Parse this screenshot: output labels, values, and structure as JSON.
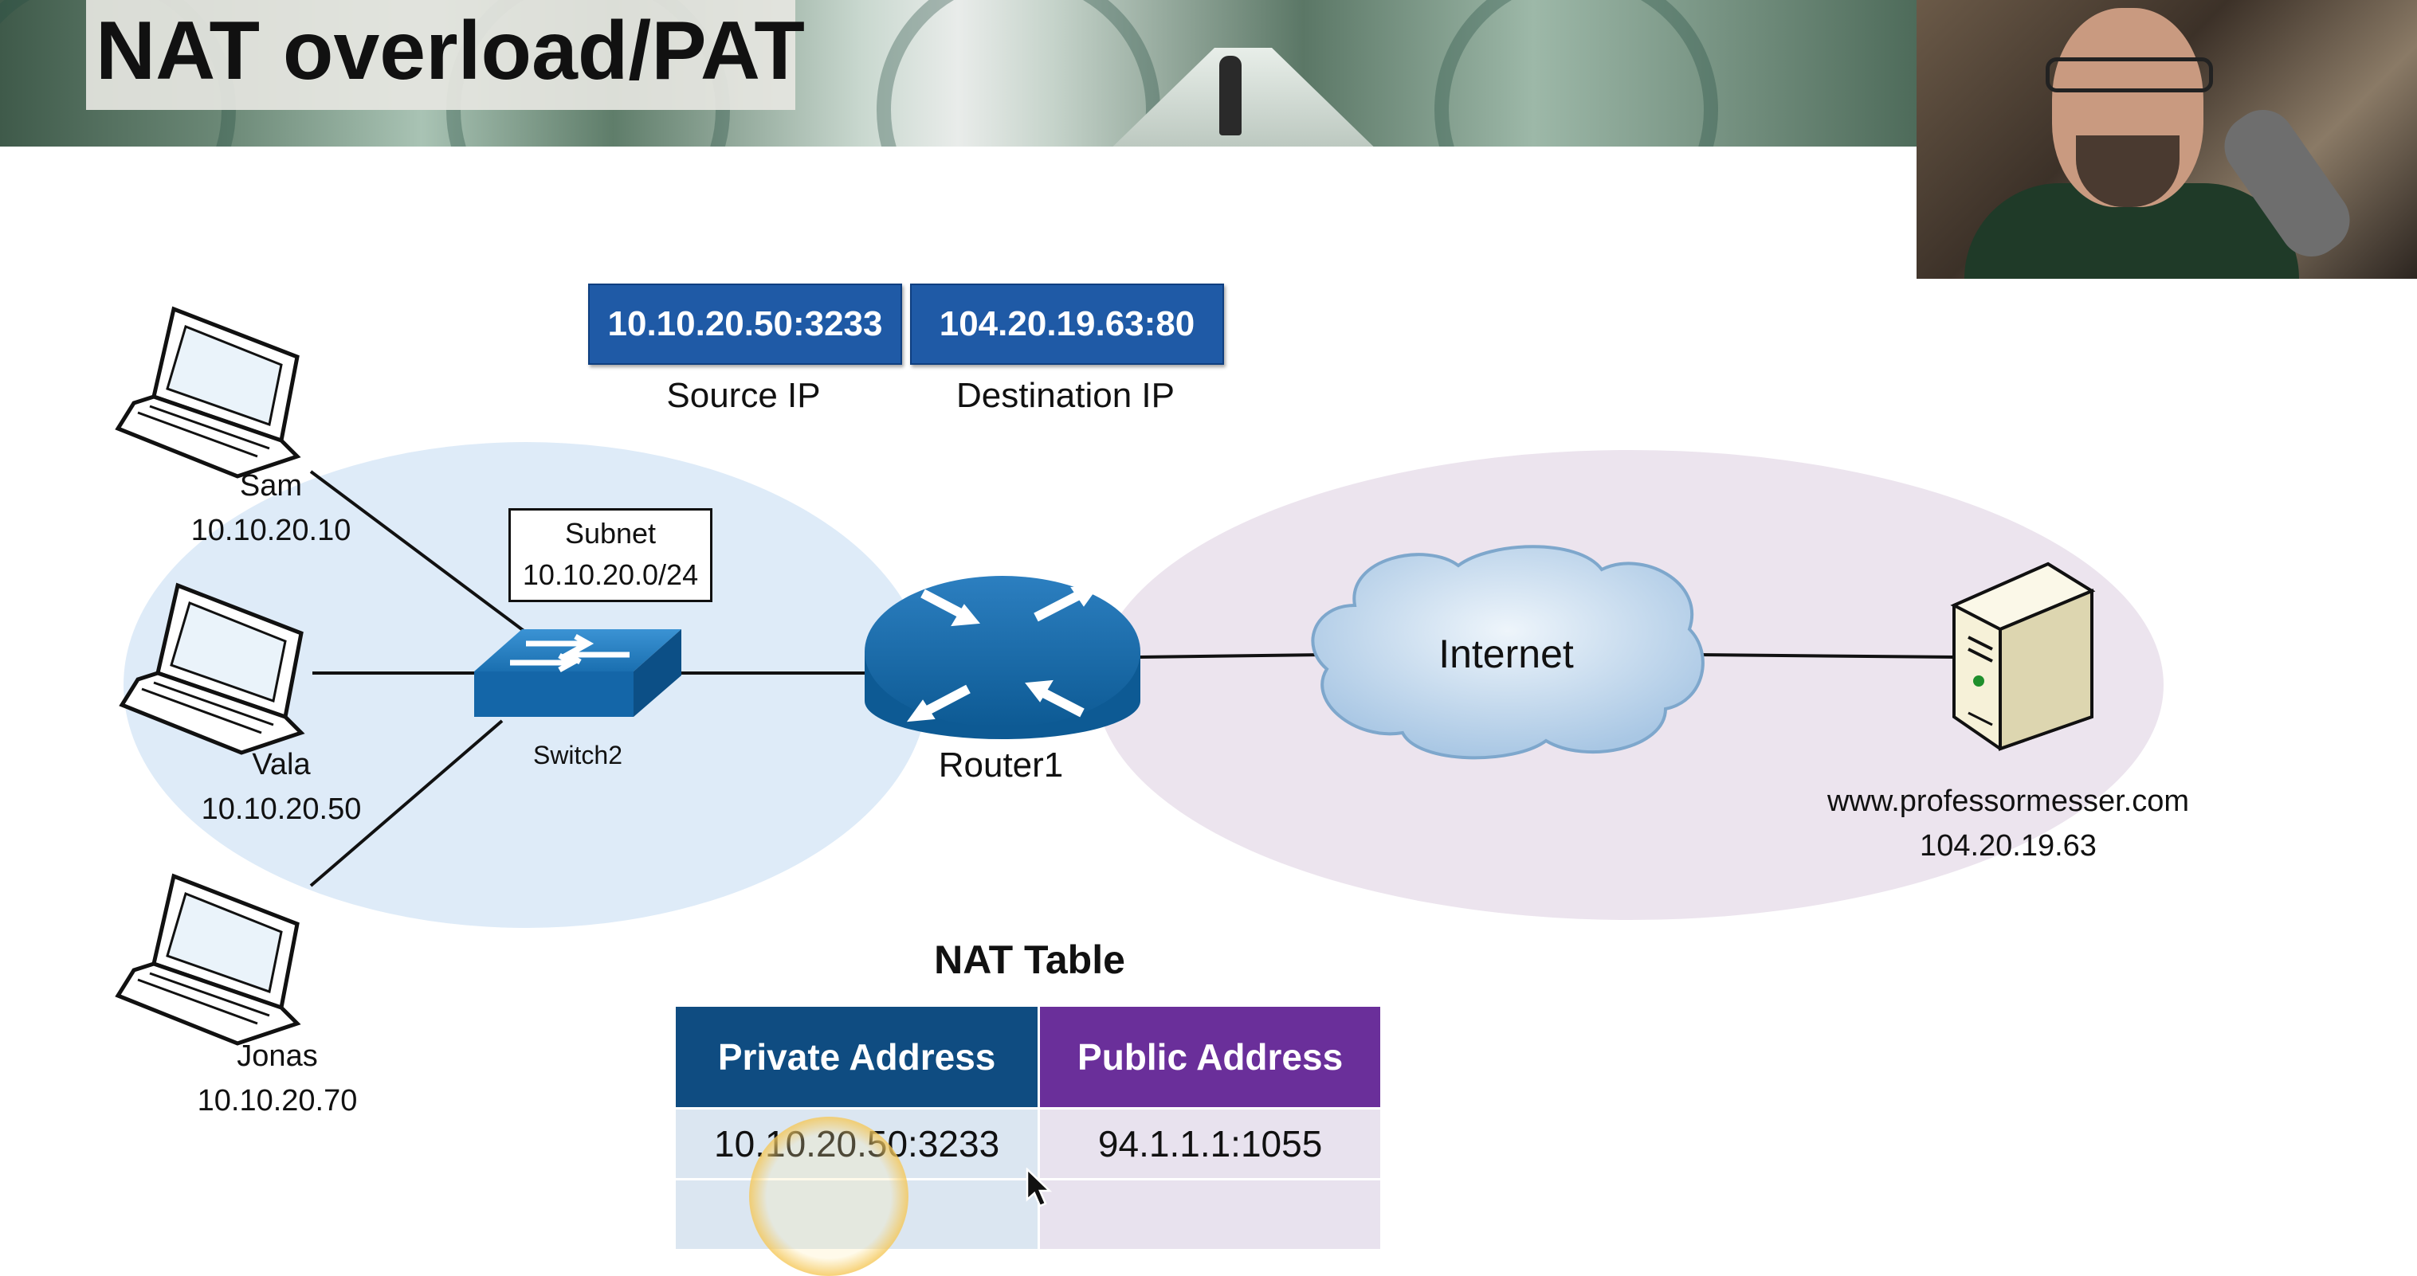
{
  "slide": {
    "title": "NAT overload/PAT"
  },
  "packet": {
    "source_ip": "10.10.20.50:3233",
    "source_label": "Source IP",
    "destination_ip": "104.20.19.63:80",
    "destination_label": "Destination IP"
  },
  "hosts": [
    {
      "name": "Sam",
      "ip": "10.10.20.10"
    },
    {
      "name": "Vala",
      "ip": "10.10.20.50"
    },
    {
      "name": "Jonas",
      "ip": "10.10.20.70"
    }
  ],
  "subnet": {
    "label": "Subnet",
    "value": "10.10.20.0/24"
  },
  "switch": {
    "label": "Switch2"
  },
  "router": {
    "label": "Router1"
  },
  "cloud": {
    "label": "Internet"
  },
  "server": {
    "name": "www.professormesser.com",
    "ip": "104.20.19.63"
  },
  "nat_table": {
    "title": "NAT Table",
    "headers": [
      "Private Address",
      "Public Address"
    ],
    "rows": [
      [
        "10.10.20.50:3233",
        "94.1.1.1:1055"
      ],
      [
        "",
        ""
      ]
    ]
  },
  "colors": {
    "ip_box": "#1f5aa6",
    "private_header": "#0f4c81",
    "public_header": "#6a2f9a",
    "private_cell": "#dbe6f1",
    "public_cell": "#e8e2ee",
    "lan_ellipse": "#deebf8",
    "wan_ellipse": "#ece4ee"
  }
}
